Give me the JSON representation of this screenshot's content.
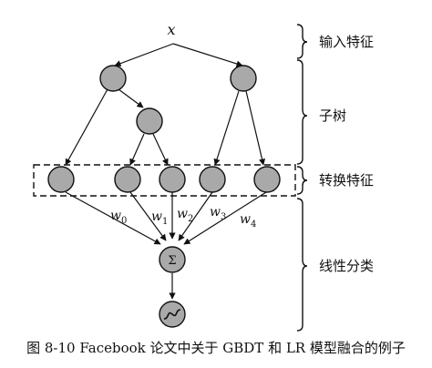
{
  "diagram": {
    "input_label": "x",
    "weights": [
      {
        "base": "w",
        "sub": "0"
      },
      {
        "base": "w",
        "sub": "1"
      },
      {
        "base": "w",
        "sub": "2"
      },
      {
        "base": "w",
        "sub": "3"
      },
      {
        "base": "w",
        "sub": "4"
      }
    ],
    "sum_symbol": "Σ",
    "sections": {
      "input": "输入特征",
      "trees": "子树",
      "transform": "转换特征",
      "linear": "线性分类"
    },
    "node_fill": "#a9a9a9",
    "stroke_color": "#111111"
  },
  "caption": "图 8-10    Facebook 论文中关于 GBDT 和 LR 模型融合的例子"
}
